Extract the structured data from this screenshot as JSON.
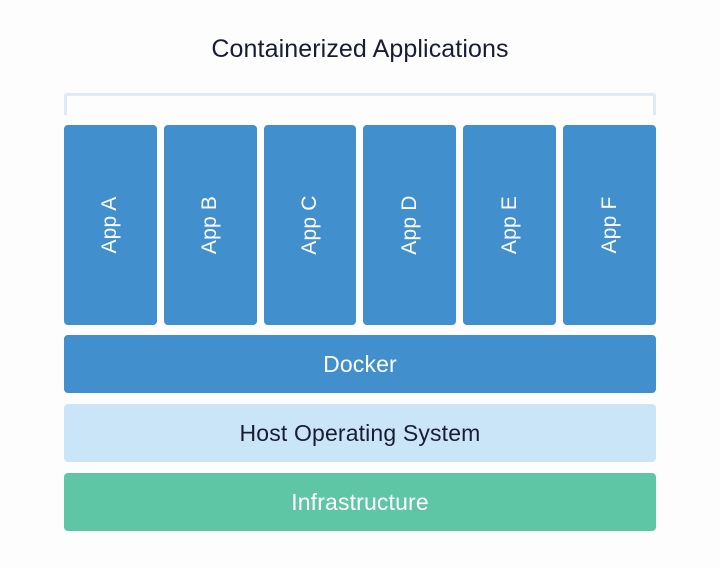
{
  "diagram": {
    "title": "Containerized Applications",
    "background_color": "#fdfdfd",
    "title_color": "#181d34",
    "bracket": {
      "name": "containerized-applications-bracket",
      "color": "#dfeaf6"
    },
    "apps": [
      {
        "label": "App A",
        "color": "#4190cd",
        "text_color": "#ffffff"
      },
      {
        "label": "App B",
        "color": "#4190cd",
        "text_color": "#ffffff"
      },
      {
        "label": "App C",
        "color": "#4190cd",
        "text_color": "#ffffff"
      },
      {
        "label": "App D",
        "color": "#4190cd",
        "text_color": "#ffffff"
      },
      {
        "label": "App E",
        "color": "#4190cd",
        "text_color": "#ffffff"
      },
      {
        "label": "App F",
        "color": "#4190cd",
        "text_color": "#ffffff"
      }
    ],
    "layers": [
      {
        "label": "Docker",
        "color": "#4190cd",
        "text_color": "#ffffff"
      },
      {
        "label": "Host Operating System",
        "color": "#cbe5f8",
        "text_color": "#181d34"
      },
      {
        "label": "Infrastructure",
        "color": "#5ec6a4",
        "text_color": "#ffffff"
      }
    ]
  }
}
